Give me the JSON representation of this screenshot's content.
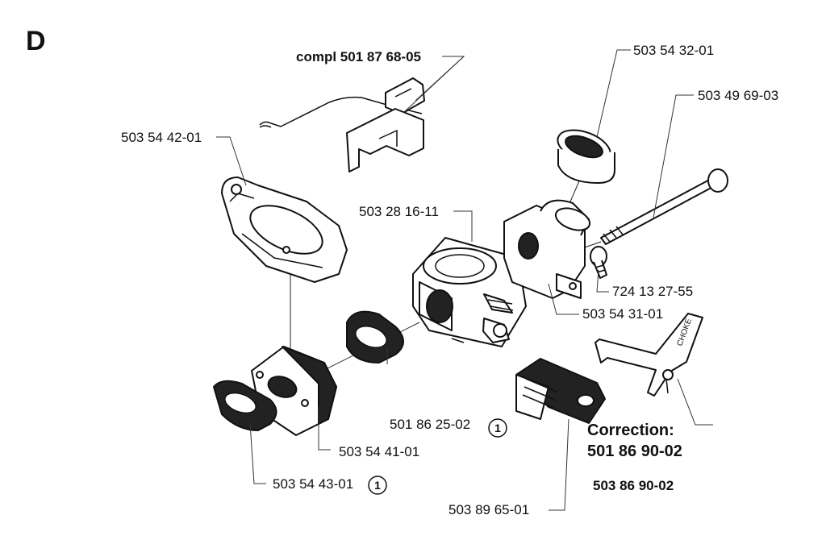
{
  "section_letter": "D",
  "labels": {
    "kit_linkage": "compl 501 87 68-05",
    "intake_boot": "503 54 32-01",
    "long_bolt": "503 49 69-03",
    "air_gasket_plate": "503 54 42-01",
    "carburetor": "503 28 16-11",
    "screw": "724 13 27-55",
    "intake_elbow": "503 54 31-01",
    "choke_lever": "503 86 90-02",
    "correction_heading": "Correction:",
    "correction_number": "501 86 90-02",
    "gasket_mid": "501 86 25-02",
    "spacer_block": "503 54 41-01",
    "gasket_front": "503 54 43-01",
    "air_filter": "503 89 65-01"
  },
  "callouts": {
    "gasket_mid_note": "1",
    "gasket_front_note": "1"
  },
  "choke_lever_text": "CHOKE"
}
